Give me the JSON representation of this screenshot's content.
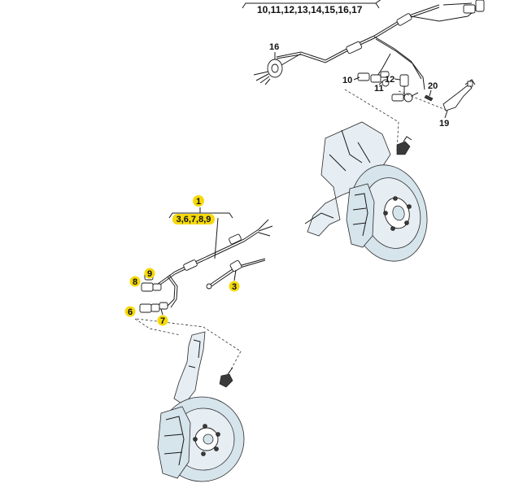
{
  "callouts": {
    "group_top": "10,11,12,13,14,15,16,17",
    "c16": "16",
    "c10": "10",
    "c11": "11",
    "c12": "12",
    "c20": "20",
    "c19": "19",
    "c1": "1",
    "group_mid": "3,6,7,8,9",
    "c9": "9",
    "c8": "8",
    "c6": "6",
    "c7": "7",
    "c3": "3"
  },
  "colors": {
    "highlight": "#f5d90a",
    "steel_blue": "#d6e4ec",
    "line": "#1a1a1a"
  }
}
